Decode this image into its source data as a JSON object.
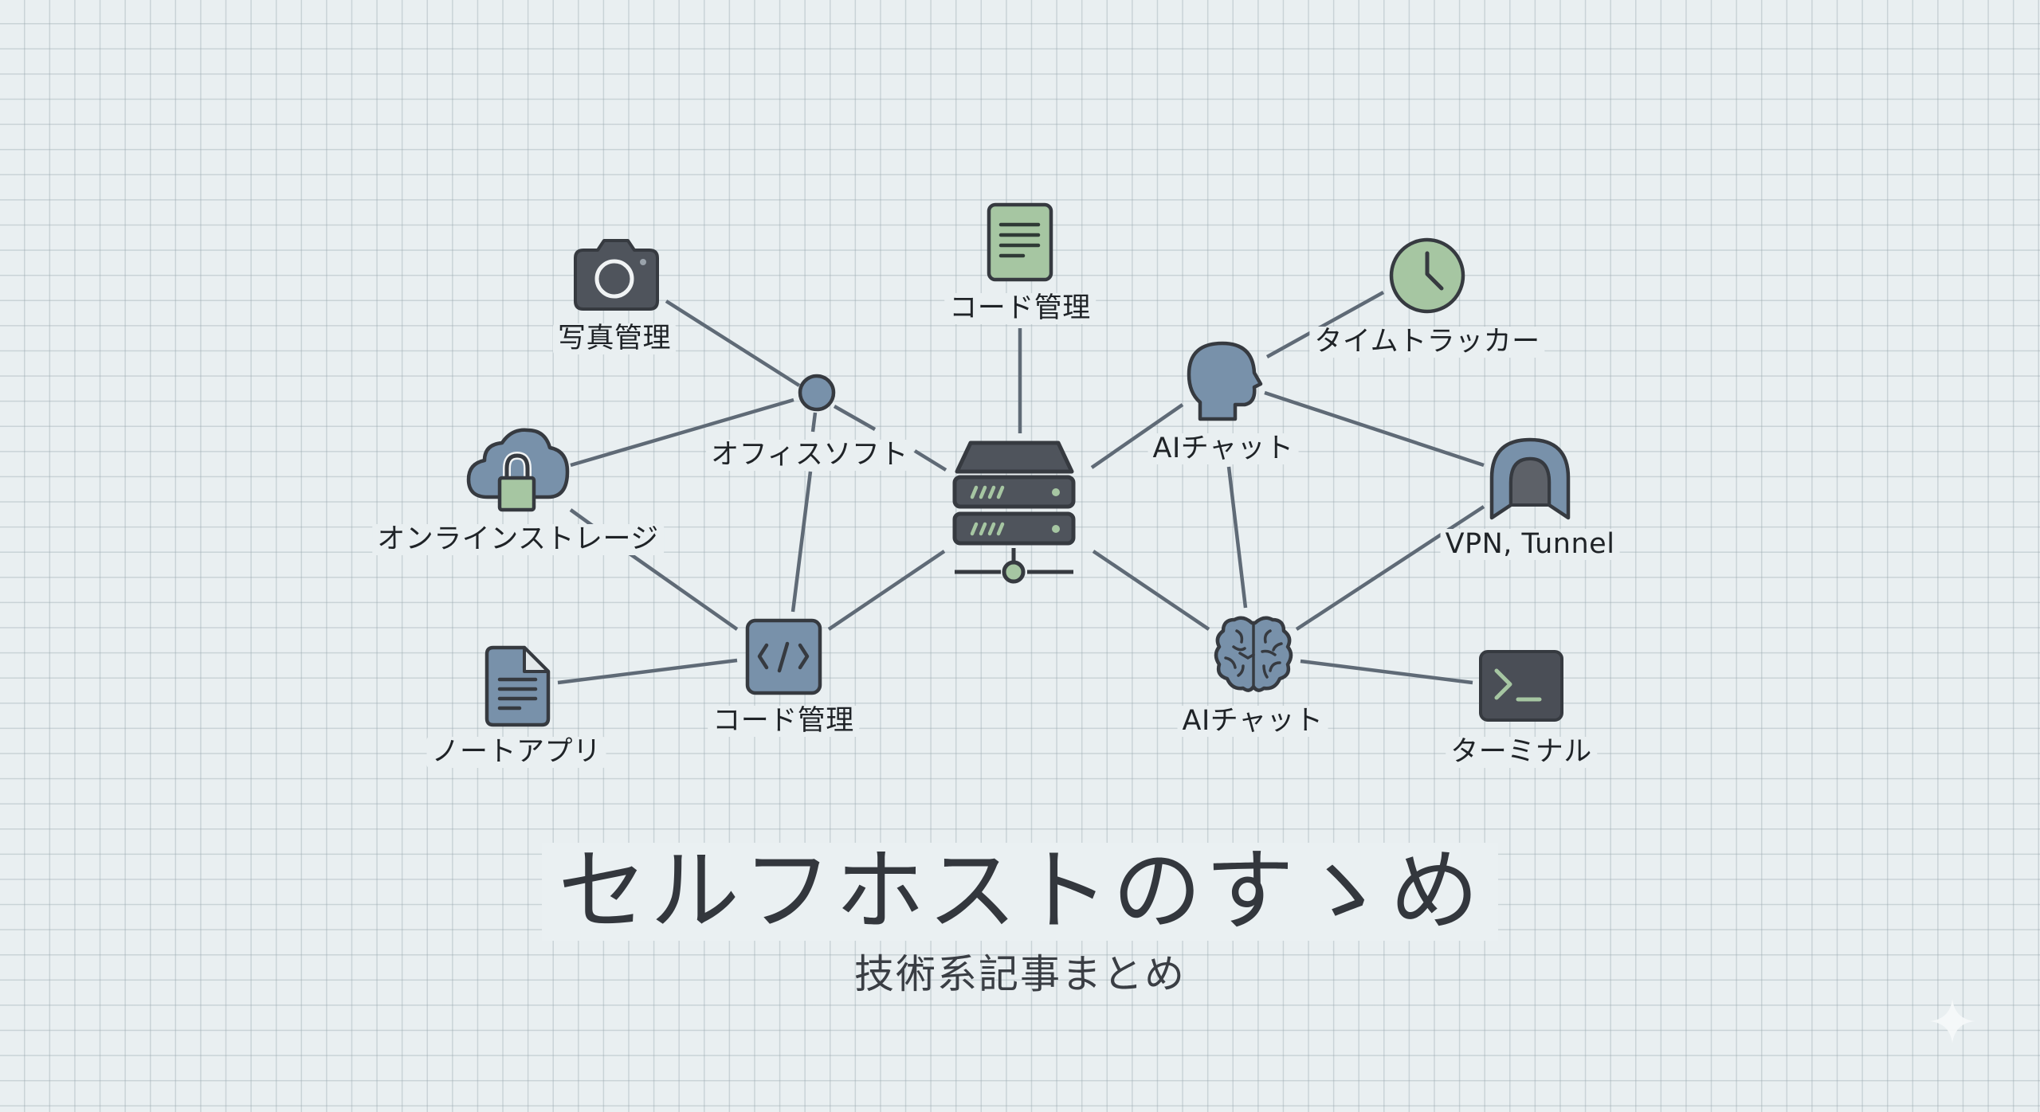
{
  "title": "セルフホストのすゝめ",
  "subtitle": "技術系記事まとめ",
  "colors": {
    "background": "#e9eff1",
    "grid": "#c9d2d6",
    "edge": "#5f6a76",
    "icon_dark": "#4a4e56",
    "icon_stroke": "#363a40",
    "icon_blue": "#7891aa",
    "icon_green": "#a6c6a2",
    "label_text": "#1f2327"
  },
  "hub": {
    "name": "self-host-server",
    "icon": "server-icon"
  },
  "nodes": [
    {
      "id": "photo",
      "label": "写真管理",
      "icon": "camera-icon"
    },
    {
      "id": "office",
      "label": "オフィスソフト",
      "icon": "circle-node-icon"
    },
    {
      "id": "code-top",
      "label": "コード管理",
      "icon": "document-icon"
    },
    {
      "id": "storage",
      "label": "オンラインストレージ",
      "icon": "cloud-lock-icon"
    },
    {
      "id": "code-bottom",
      "label": "コード管理",
      "icon": "code-icon"
    },
    {
      "id": "note",
      "label": "ノートアプリ",
      "icon": "file-text-icon"
    },
    {
      "id": "ai-head",
      "label": "AIチャット",
      "icon": "head-icon"
    },
    {
      "id": "timer",
      "label": "タイムトラッカー",
      "icon": "clock-icon"
    },
    {
      "id": "vpn",
      "label": "VPN, Tunnel",
      "icon": "tunnel-icon"
    },
    {
      "id": "ai-brain",
      "label": "AIチャット",
      "icon": "brain-icon"
    },
    {
      "id": "terminal",
      "label": "ターミナル",
      "icon": "terminal-icon"
    }
  ],
  "edges": [
    [
      "photo",
      "office"
    ],
    [
      "storage",
      "office"
    ],
    [
      "office",
      "hub"
    ],
    [
      "office",
      "code-bottom"
    ],
    [
      "storage",
      "code-bottom"
    ],
    [
      "note",
      "code-bottom"
    ],
    [
      "code-bottom",
      "hub"
    ],
    [
      "code-top",
      "hub"
    ],
    [
      "hub",
      "ai-head"
    ],
    [
      "ai-head",
      "timer"
    ],
    [
      "ai-head",
      "vpn"
    ],
    [
      "ai-head",
      "ai-brain"
    ],
    [
      "hub",
      "ai-brain"
    ],
    [
      "ai-brain",
      "vpn"
    ],
    [
      "ai-brain",
      "terminal"
    ]
  ],
  "watermark_icon": "sparkle-icon"
}
